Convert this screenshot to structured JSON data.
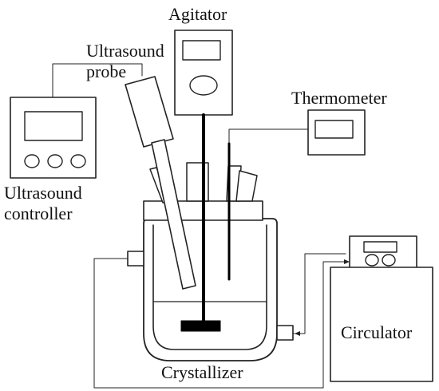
{
  "diagram": {
    "labels": {
      "agitator": "Agitator",
      "ultrasound_probe_line1": "Ultrasound",
      "ultrasound_probe_line2": "probe",
      "thermometer": "Thermometer",
      "ultrasound_controller_line1": "Ultrasound",
      "ultrasound_controller_line2": "controller",
      "circulator": "Circulator",
      "crystallizer": "Crystallizer"
    }
  }
}
